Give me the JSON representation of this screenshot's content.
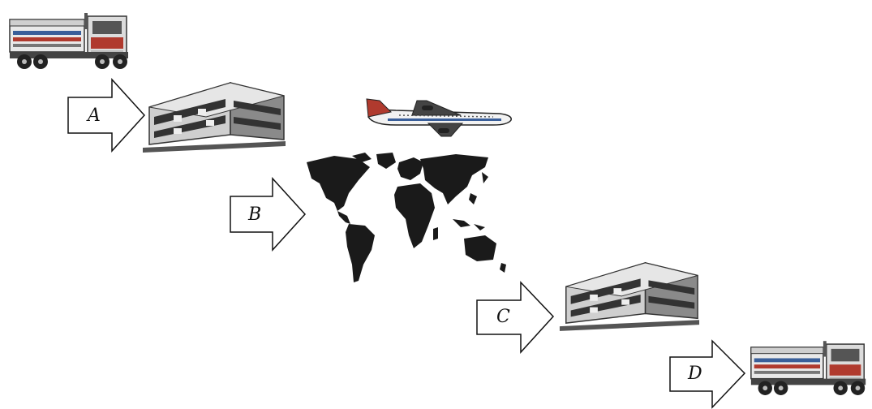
{
  "steps": [
    {
      "label": "A"
    },
    {
      "label": "B"
    },
    {
      "label": "C"
    },
    {
      "label": "D"
    }
  ],
  "icons": [
    "truck-icon",
    "warehouse-icon",
    "airplane-icon",
    "world-map-icon"
  ],
  "colors": {
    "ink": "#111111",
    "map": "#1a1a1a",
    "building_light": "#d8d8d8",
    "building_dark": "#4a4a4a",
    "truck_red": "#b03a2e",
    "truck_blue": "#3a5f9a"
  }
}
